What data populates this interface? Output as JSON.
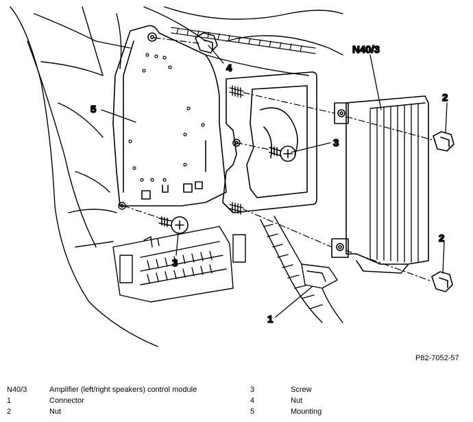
{
  "callouts": {
    "n40_3": "N40/3",
    "c1": "1",
    "c2a": "2",
    "c2b": "2",
    "c3a": "3",
    "c3b": "3",
    "c4": "4",
    "c5": "5"
  },
  "figure_ref": "P82-7052-57",
  "legend": [
    {
      "code": "N40/3",
      "desc": "Amplifier (left/right speakers) control module",
      "code2": "3",
      "desc2": "Screw"
    },
    {
      "code": "1",
      "desc": "Connector",
      "code2": "4",
      "desc2": "Nut"
    },
    {
      "code": "2",
      "desc": "Nut",
      "code2": "5",
      "desc2": "Mounting"
    }
  ]
}
